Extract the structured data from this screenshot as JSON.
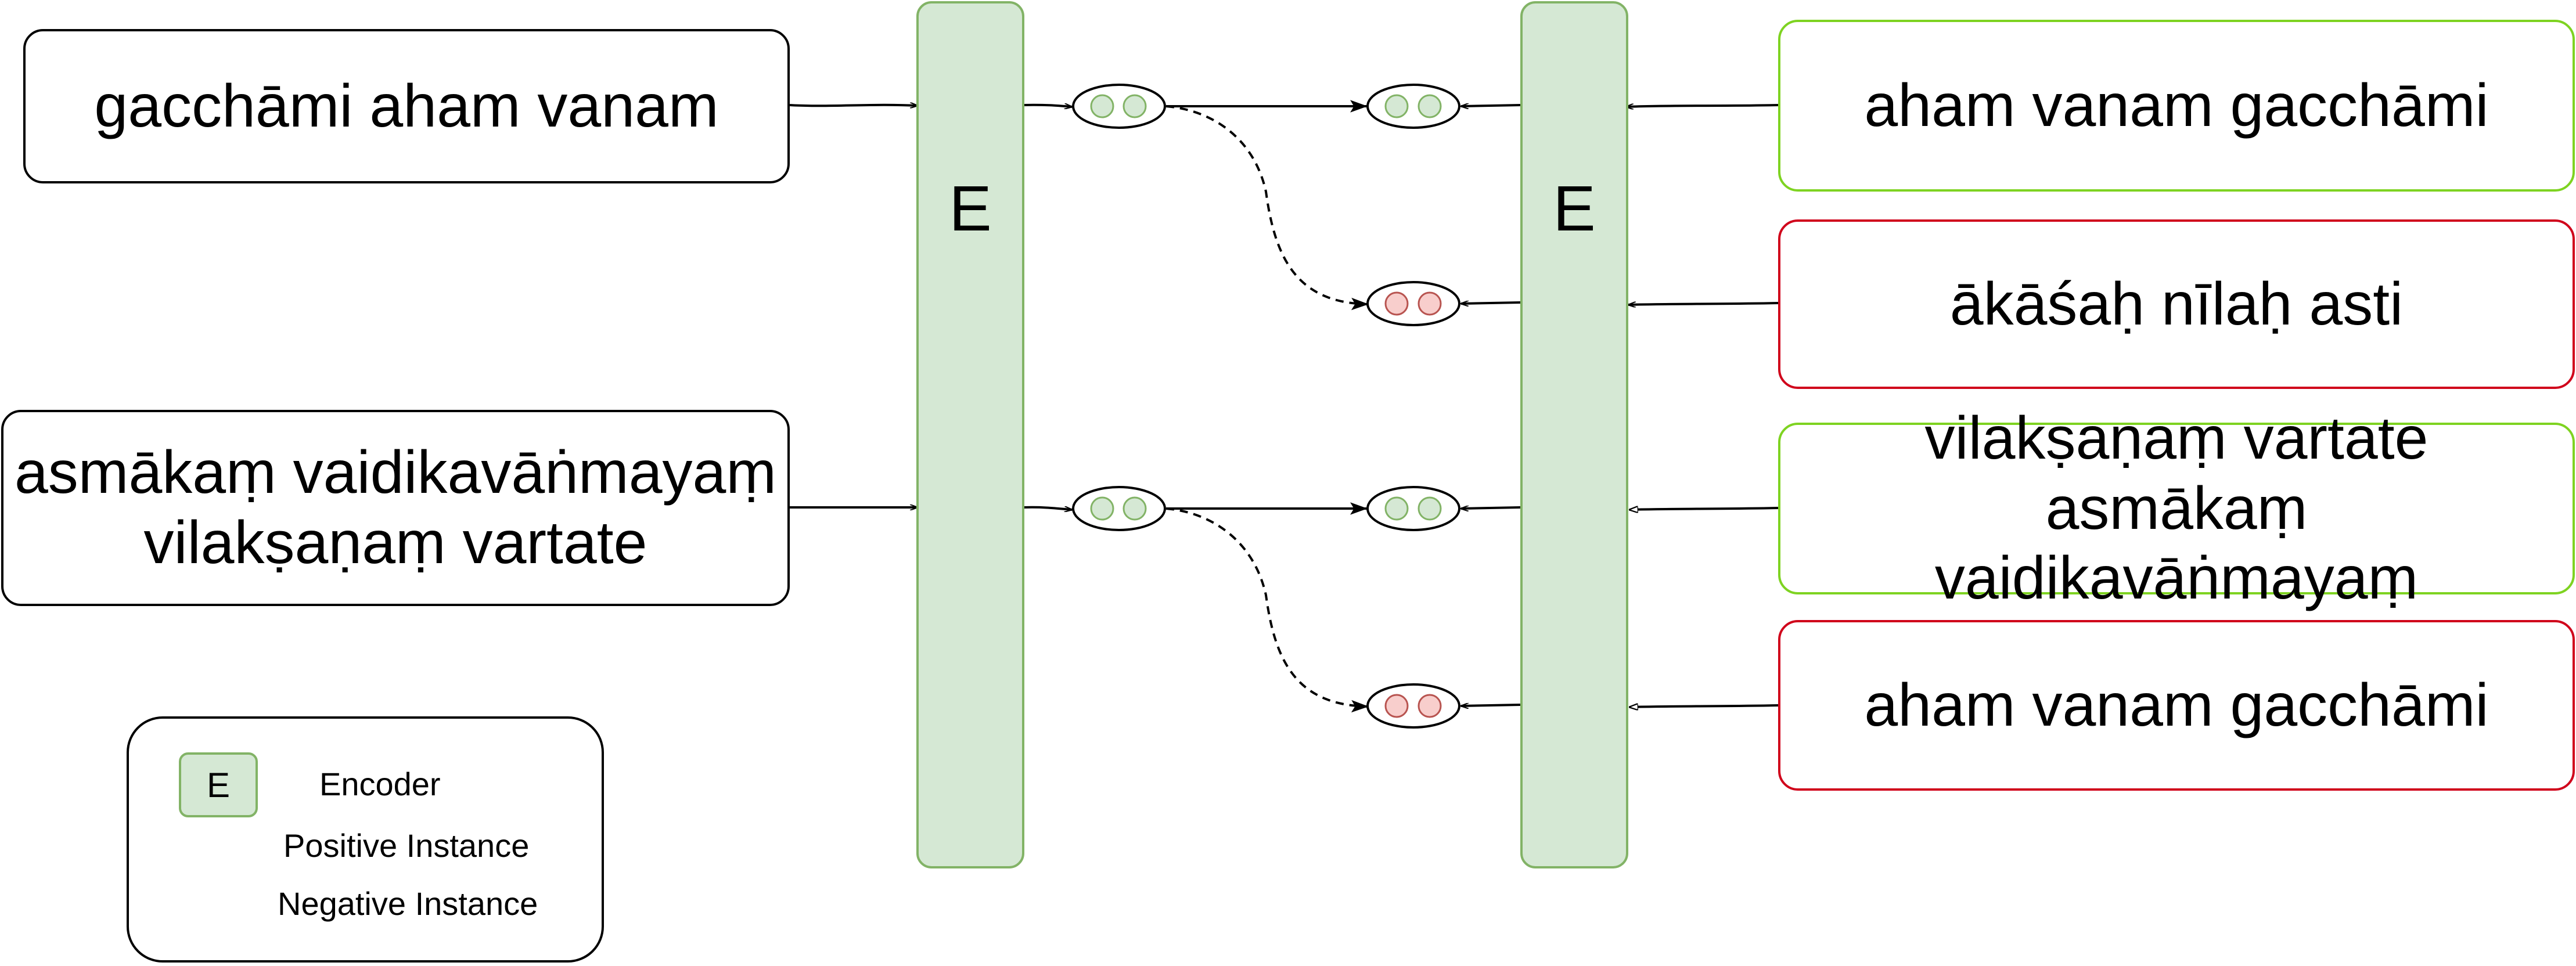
{
  "source_sentences": [
    "gacchāmi aham vanam",
    "asmākaṃ vaidikavāṅmayaṃ vilakṣaṇaṃ vartate"
  ],
  "encoder": {
    "label": "E"
  },
  "target_sentences": [
    {
      "text": "aham vanam gacchāmi",
      "kind": "positive"
    },
    {
      "text": "ākāśaḥ nīlaḥ asti",
      "kind": "negative"
    },
    {
      "text": "vilakṣaṇaṃ vartate asmākaṃ vaidikavāṅmayaṃ",
      "kind": "positive"
    },
    {
      "text": "aham vanam gacchāmi",
      "kind": "negative"
    }
  ],
  "legend": {
    "encoder_chip": "E",
    "encoder": "Encoder",
    "positive": "Positive Instance",
    "negative": "Negative Instance"
  },
  "colors": {
    "encoder_fill": "#d5e8d4",
    "encoder_stroke": "#82b366",
    "positive_border": "#7ed321",
    "negative_border": "#d0021b",
    "negative_embedding_fill": "#f8cecc",
    "negative_embedding_stroke": "#b85450"
  }
}
